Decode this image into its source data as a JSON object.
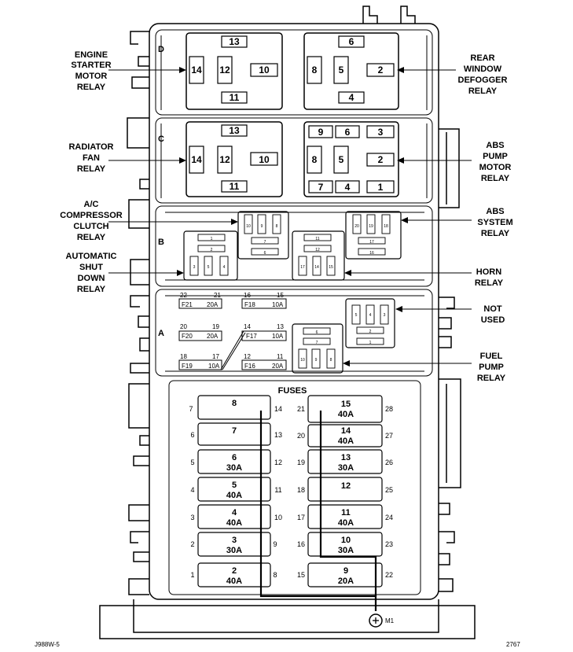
{
  "codes": {
    "figure_id": "J988W-5",
    "drawing_number": "2767",
    "ground": "M1"
  },
  "sections": {
    "d": "D",
    "c": "C",
    "b": "B",
    "a": "A"
  },
  "callouts": {
    "engine_starter": [
      "ENGINE",
      "STARTER",
      "MOTOR",
      "RELAY"
    ],
    "rear_window": [
      "REAR",
      "WINDOW",
      "DEFOGGER",
      "RELAY"
    ],
    "radiator_fan": [
      "RADIATOR",
      "FAN",
      "RELAY"
    ],
    "abs_pump": [
      "ABS",
      "PUMP",
      "MOTOR",
      "RELAY"
    ],
    "ac_compressor": [
      "A/C",
      "COMPRESSOR",
      "CLUTCH",
      "RELAY"
    ],
    "abs_system": [
      "ABS",
      "SYSTEM",
      "RELAY"
    ],
    "asd": [
      "AUTOMATIC",
      "SHUT",
      "DOWN",
      "RELAY"
    ],
    "horn": [
      "HORN",
      "RELAY"
    ],
    "not_used": [
      "NOT",
      "USED"
    ],
    "fuel_pump": [
      "FUEL",
      "PUMP",
      "RELAY"
    ]
  },
  "relay_d": {
    "left": [
      "13",
      "14",
      "12",
      "10",
      "11"
    ],
    "right": [
      "6",
      "8",
      "5",
      "2",
      "4"
    ]
  },
  "relay_c": {
    "left": [
      "13",
      "14",
      "12",
      "10",
      "11"
    ],
    "right": [
      "9",
      "6",
      "3",
      "8",
      "5",
      "2",
      "7",
      "4",
      "1"
    ]
  },
  "minifuses": {
    "f21": {
      "top_left": "22",
      "top_right": "21",
      "name": "F21",
      "rating": "20A"
    },
    "f18": {
      "top_left": "16",
      "top_right": "15",
      "name": "F18",
      "rating": "10A"
    },
    "f20": {
      "top_left": "20",
      "top_right": "19",
      "name": "F20",
      "rating": "20A"
    },
    "f17": {
      "top_left": "14",
      "top_right": "13",
      "name": "F17",
      "rating": "10A"
    },
    "f19": {
      "top_left": "18",
      "top_right": "17",
      "name": "F19",
      "rating": "10A"
    },
    "f16": {
      "top_left": "12",
      "top_right": "11",
      "name": "F16",
      "rating": "20A"
    }
  },
  "fuses": {
    "heading": "FUSES",
    "left": [
      {
        "in": "7",
        "num": "8",
        "rating": "",
        "out": "14"
      },
      {
        "in": "6",
        "num": "7",
        "rating": "",
        "out": "13"
      },
      {
        "in": "5",
        "num": "6",
        "rating": "30A",
        "out": "12"
      },
      {
        "in": "4",
        "num": "5",
        "rating": "40A",
        "out": "11"
      },
      {
        "in": "3",
        "num": "4",
        "rating": "40A",
        "out": "10"
      },
      {
        "in": "2",
        "num": "3",
        "rating": "30A",
        "out": "9"
      },
      {
        "in": "1",
        "num": "2",
        "rating": "40A",
        "out": "8"
      }
    ],
    "right": [
      {
        "in": "21",
        "num": "15",
        "rating": "40A",
        "out": "28"
      },
      {
        "in": "20",
        "num": "14",
        "rating": "40A",
        "out": "27"
      },
      {
        "in": "19",
        "num": "13",
        "rating": "30A",
        "out": "26"
      },
      {
        "in": "18",
        "num": "12",
        "rating": "",
        "out": "25"
      },
      {
        "in": "17",
        "num": "11",
        "rating": "40A",
        "out": "24"
      },
      {
        "in": "16",
        "num": "10",
        "rating": "30A",
        "out": "23"
      },
      {
        "in": "15",
        "num": "9",
        "rating": "20A",
        "out": "22"
      }
    ]
  },
  "mini_relays": {
    "ac": [
      "10",
      "9",
      "8",
      "7",
      "6"
    ],
    "abs_sys": [
      "20",
      "19",
      "18",
      "17",
      "16"
    ],
    "asd": [
      "1",
      "2",
      "3",
      "5",
      "4"
    ],
    "horn": [
      "11",
      "12",
      "17",
      "14",
      "15"
    ],
    "not_used": [
      "5",
      "4",
      "3",
      "2",
      "1"
    ],
    "fuel": [
      "6",
      "7",
      "10",
      "9",
      "8"
    ]
  }
}
